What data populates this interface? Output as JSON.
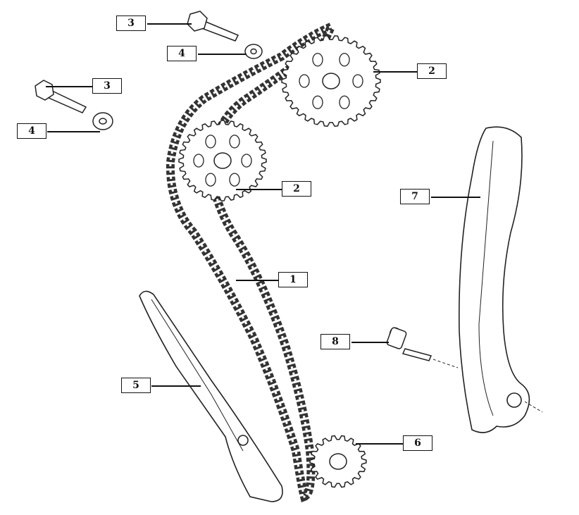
{
  "callouts": [
    {
      "id": "c3a",
      "label": "3",
      "part": "bolt"
    },
    {
      "id": "c4a",
      "label": "4",
      "part": "washer"
    },
    {
      "id": "c3b",
      "label": "3",
      "part": "bolt"
    },
    {
      "id": "c4b",
      "label": "4",
      "part": "washer"
    },
    {
      "id": "c2a",
      "label": "2",
      "part": "camshaft-sprocket"
    },
    {
      "id": "c2b",
      "label": "2",
      "part": "camshaft-sprocket"
    },
    {
      "id": "c7",
      "label": "7",
      "part": "tensioner-guide"
    },
    {
      "id": "c1",
      "label": "1",
      "part": "timing-chain"
    },
    {
      "id": "c8",
      "label": "8",
      "part": "pivot-bolt"
    },
    {
      "id": "c5",
      "label": "5",
      "part": "fixed-guide"
    },
    {
      "id": "c6",
      "label": "6",
      "part": "crankshaft-sprocket"
    }
  ]
}
